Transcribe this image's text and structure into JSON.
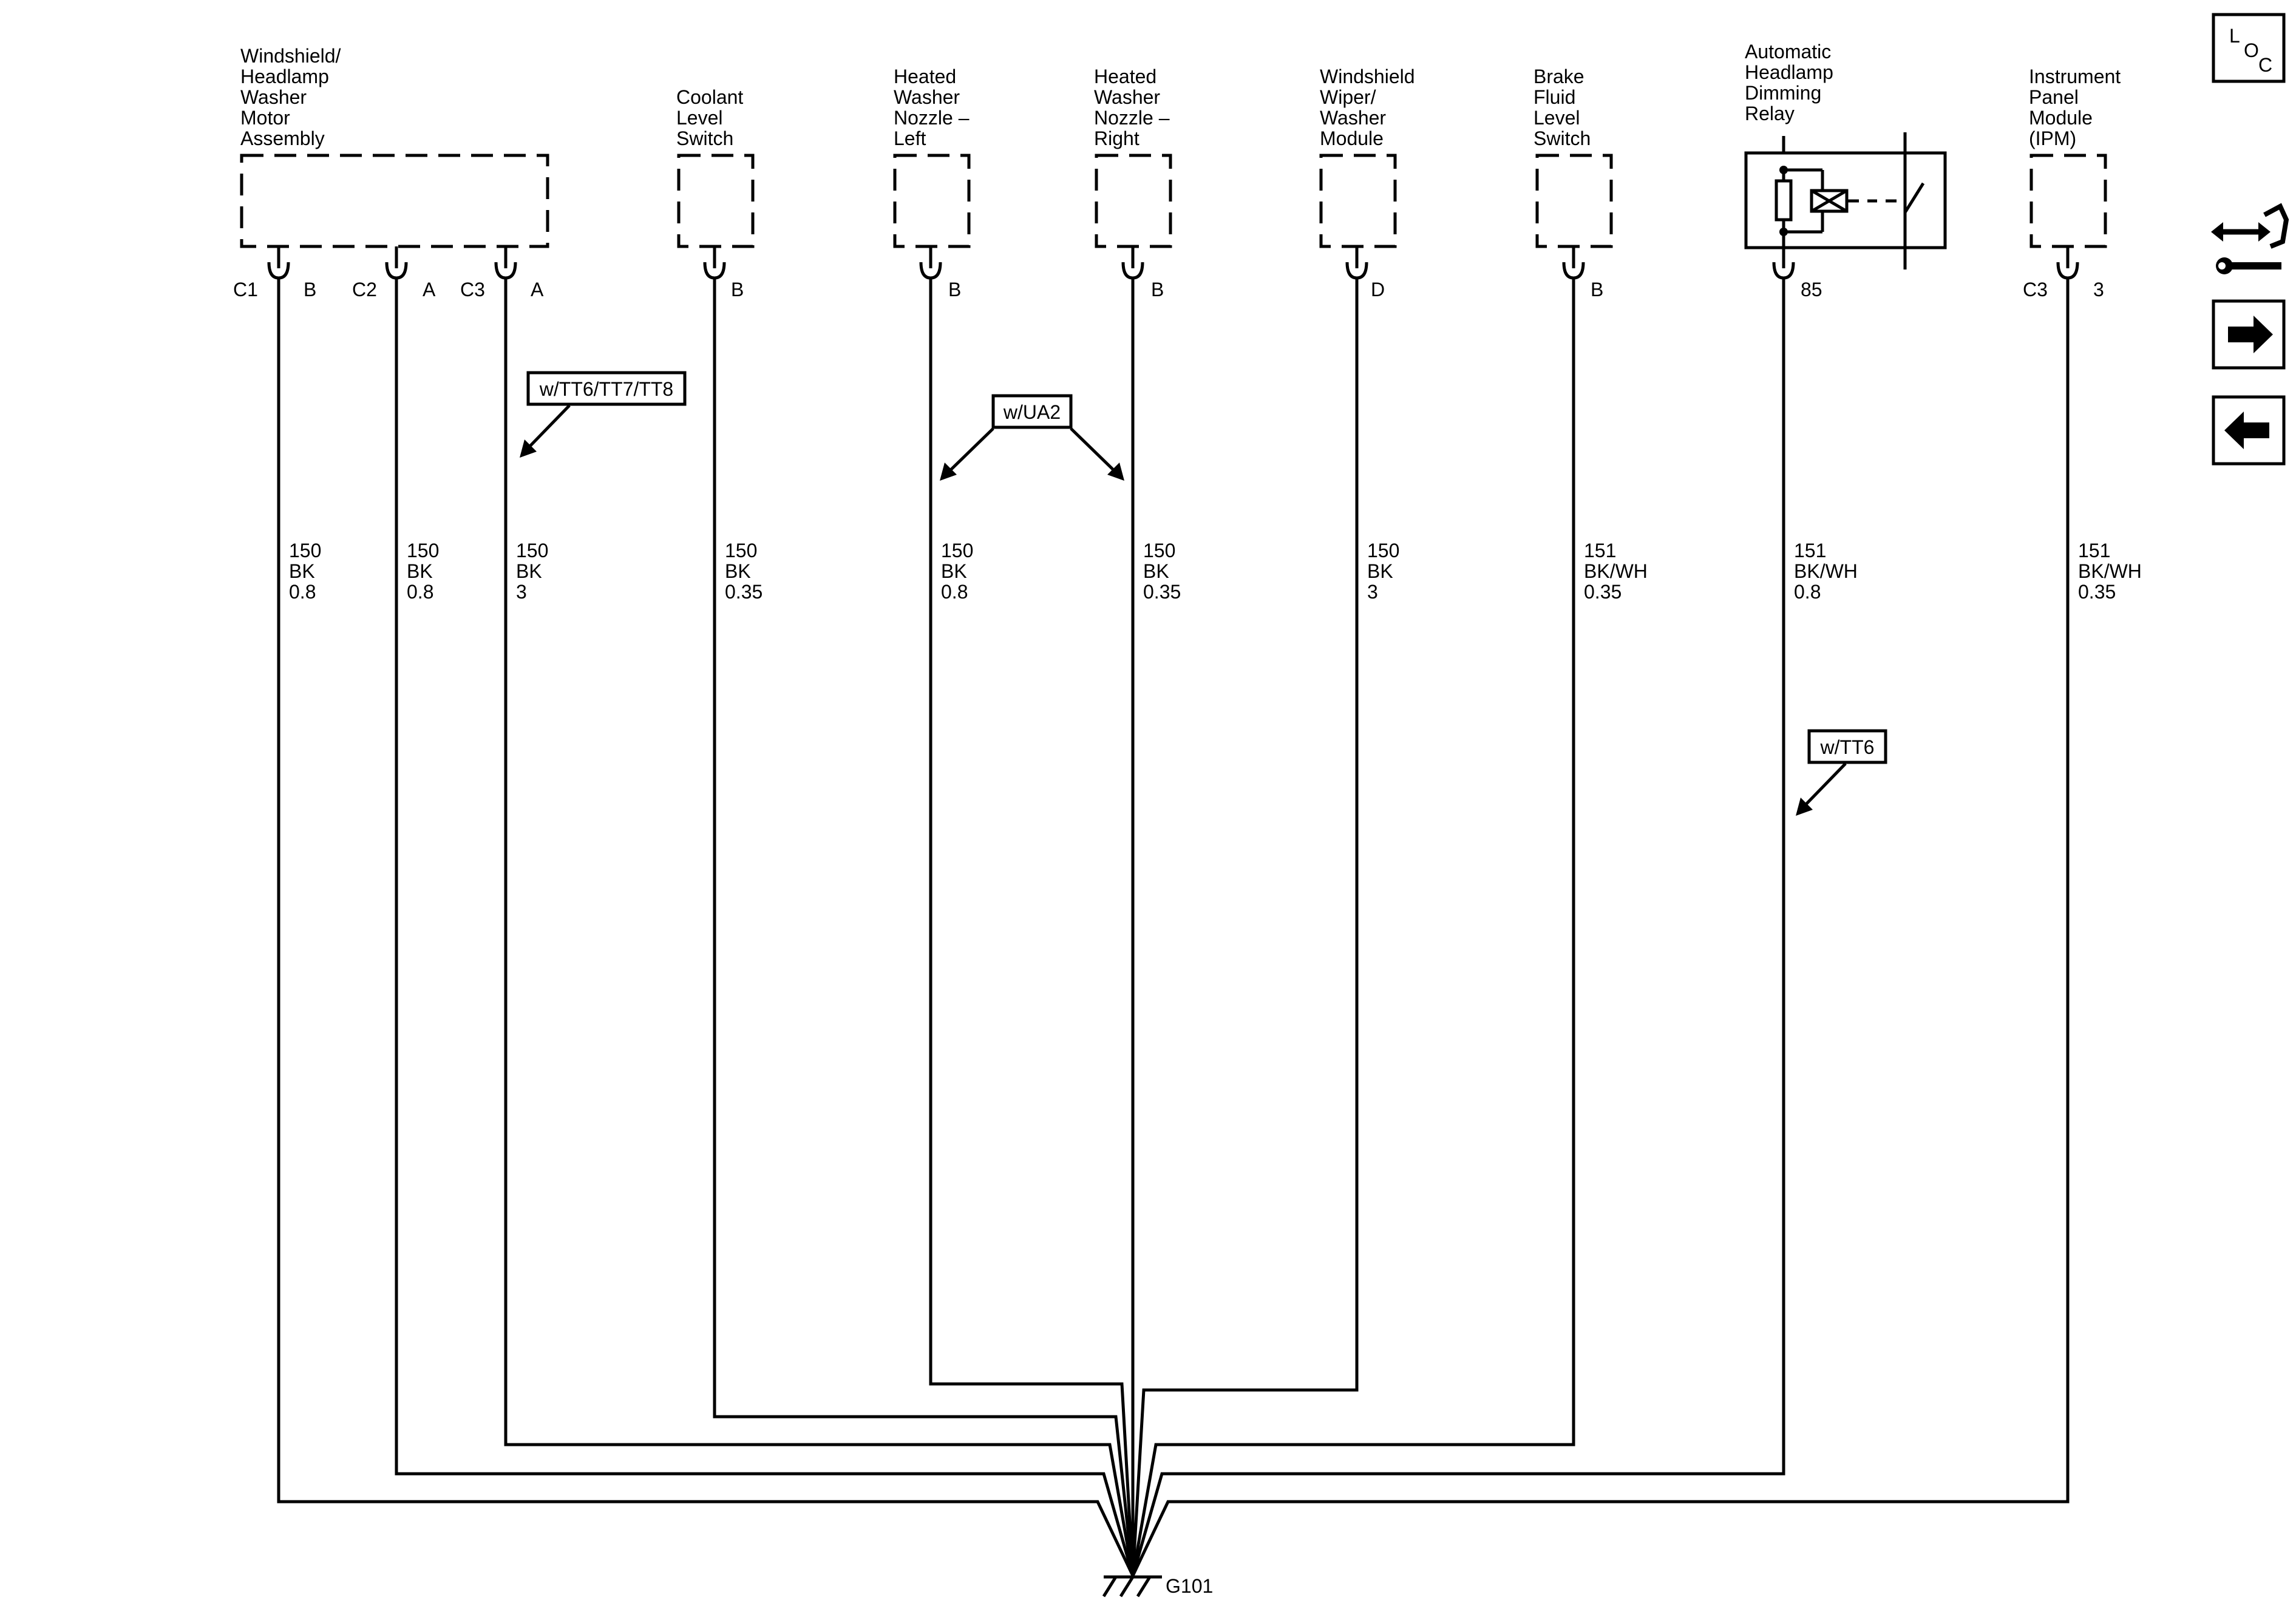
{
  "components": [
    {
      "id": "washer-motor",
      "lines": [
        "Windshield/",
        "Headlamp",
        "Washer",
        "Motor",
        "Assembly"
      ]
    },
    {
      "id": "coolant-switch",
      "lines": [
        "Coolant",
        "Level",
        "Switch"
      ]
    },
    {
      "id": "nozzle-left",
      "lines": [
        "Heated",
        "Washer",
        "Nozzle –",
        "Left"
      ]
    },
    {
      "id": "nozzle-right",
      "lines": [
        "Heated",
        "Washer",
        "Nozzle –",
        "Right"
      ]
    },
    {
      "id": "wiper-module",
      "lines": [
        "Windshield",
        "Wiper/",
        "Washer",
        "Module"
      ]
    },
    {
      "id": "brake-switch",
      "lines": [
        "Brake",
        "Fluid",
        "Level",
        "Switch"
      ]
    },
    {
      "id": "dimming-relay",
      "lines": [
        "Automatic",
        "Headlamp",
        "Dimming",
        "Relay"
      ]
    },
    {
      "id": "ipm",
      "lines": [
        "Instrument",
        "Panel",
        "Module",
        "(IPM)"
      ]
    }
  ],
  "pins": [
    {
      "connector": "C1",
      "pin": "B"
    },
    {
      "connector": "C2",
      "pin": "A"
    },
    {
      "connector": "C3",
      "pin": "A"
    },
    {
      "connector": "",
      "pin": "B"
    },
    {
      "connector": "",
      "pin": "B"
    },
    {
      "connector": "",
      "pin": "B"
    },
    {
      "connector": "",
      "pin": "D"
    },
    {
      "connector": "",
      "pin": "B"
    },
    {
      "connector": "",
      "pin": "85"
    },
    {
      "connector": "C3",
      "pin": "3"
    }
  ],
  "wires": [
    {
      "circuit": "150",
      "color": "BK",
      "gauge": "0.8"
    },
    {
      "circuit": "150",
      "color": "BK",
      "gauge": "0.8"
    },
    {
      "circuit": "150",
      "color": "BK",
      "gauge": "3"
    },
    {
      "circuit": "150",
      "color": "BK",
      "gauge": "0.35"
    },
    {
      "circuit": "150",
      "color": "BK",
      "gauge": "0.8"
    },
    {
      "circuit": "150",
      "color": "BK",
      "gauge": "0.35"
    },
    {
      "circuit": "150",
      "color": "BK",
      "gauge": "3"
    },
    {
      "circuit": "151",
      "color": "BK/WH",
      "gauge": "0.35"
    },
    {
      "circuit": "151",
      "color": "BK/WH",
      "gauge": "0.8"
    },
    {
      "circuit": "151",
      "color": "BK/WH",
      "gauge": "0.35"
    }
  ],
  "options": [
    {
      "label": "w/TT6/TT7/TT8"
    },
    {
      "label": "w/UA2"
    },
    {
      "label": "w/TT6"
    }
  ],
  "ground": {
    "label": "G101"
  },
  "nav": {
    "loc_letters": [
      "L",
      "O",
      "C"
    ],
    "icons": [
      "loc-icon",
      "connector-wrench-icon",
      "arrow-right-icon",
      "arrow-left-icon"
    ]
  }
}
